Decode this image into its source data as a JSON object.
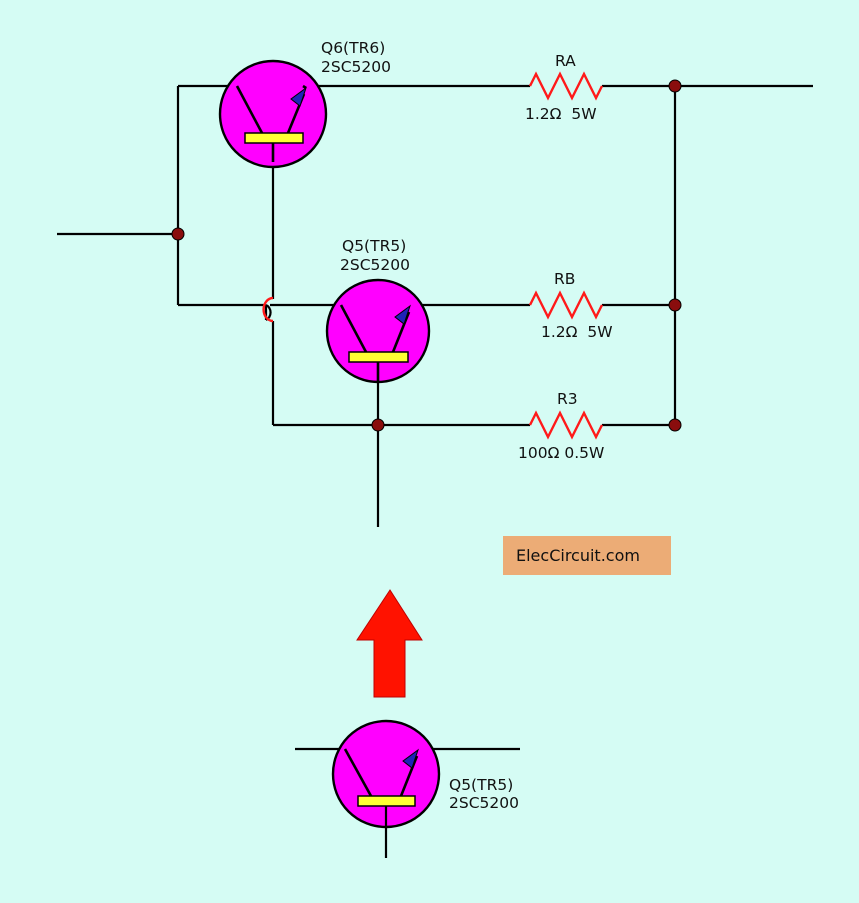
{
  "transistors": {
    "q6": {
      "name": "Q6(TR6)",
      "part": "2SC5200"
    },
    "q5": {
      "name": "Q5(TR5)",
      "part": "2SC5200"
    },
    "q5_standalone": {
      "name": "Q5(TR5)",
      "part": "2SC5200"
    }
  },
  "resistors": {
    "ra": {
      "name": "RA",
      "value": "1.2Ω  5W"
    },
    "rb": {
      "name": "RB",
      "value": "1.2Ω  5W"
    },
    "r3": {
      "name": "R3",
      "value": "100Ω 0.5W"
    }
  },
  "watermark": "ElecCircuit.com",
  "colors": {
    "background": "#d5fcf4",
    "transistor_body": "#ff00ff",
    "base_bar": "#ffff33",
    "resistor": "#ff1a1a",
    "arrow": "#ff1200",
    "watermark_box": "#ecac76"
  }
}
